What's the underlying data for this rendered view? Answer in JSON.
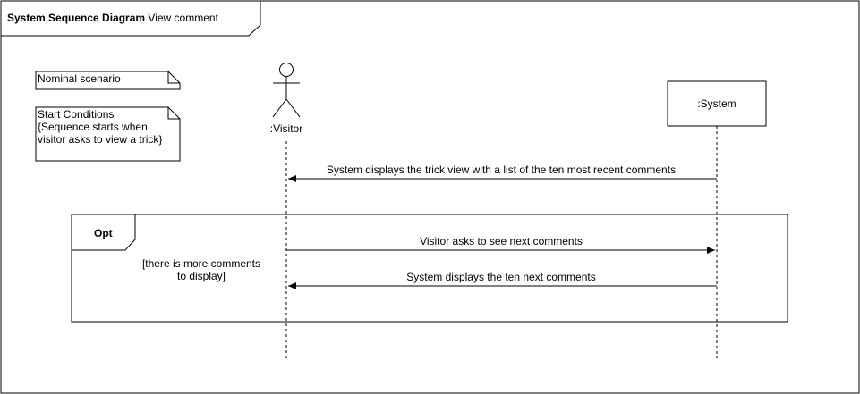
{
  "frame": {
    "title_bold": "System Sequence Diagram",
    "title_rest": "View comment"
  },
  "notes": {
    "scenario": "Nominal scenario",
    "conditions": "Start Conditions\n{Sequence starts when\nvisitor asks to view a trick}"
  },
  "participants": {
    "visitor": ":Visitor",
    "system": ":System"
  },
  "messages": {
    "m1": "System displays the trick view with a list of the ten most recent comments",
    "m2": "Visitor asks to see next comments",
    "m3": "System displays the ten next comments"
  },
  "fragment": {
    "operator": "Opt",
    "guard": "[there is more comments\nto display]"
  },
  "colors": {
    "stroke": "#000000",
    "background": "#ffffff"
  }
}
